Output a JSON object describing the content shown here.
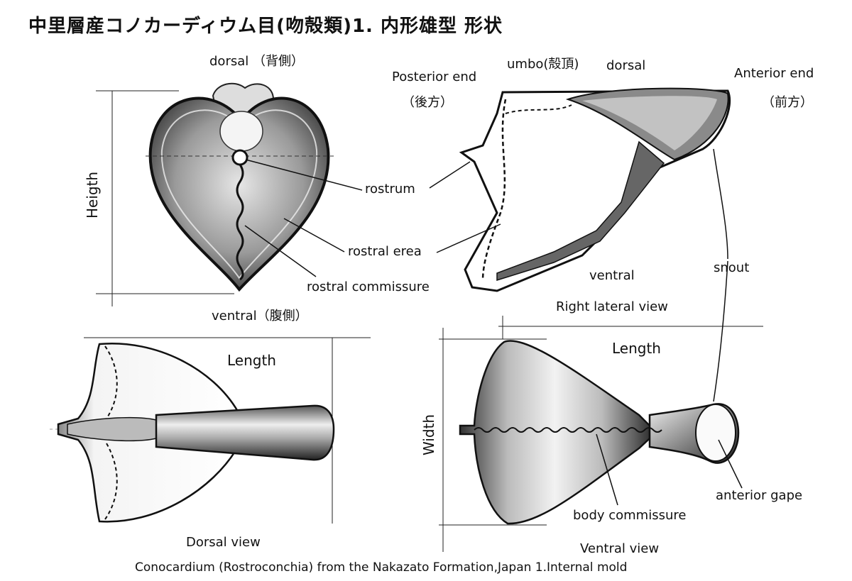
{
  "title": "中里層産コノカーディウム目(吻殻類)1. 内形雄型 形状",
  "caption": "Conocardium (Rostroconchia) from the Nakazato Formation,Japan 1.Internal mold",
  "anterior_view": {
    "top_label": "dorsal （背側）",
    "bottom_label": "ventral（腹側）",
    "height_label": "Heigth",
    "callouts": [
      "rostrum",
      "rostral erea",
      "rostral commissure"
    ]
  },
  "lateral_view": {
    "umbo": "umbo(殻頂)",
    "dorsal": "dorsal",
    "posterior_end": "Posterior end",
    "posterior_end_ja": "（後方）",
    "anterior_end": "Anterior end",
    "anterior_end_ja": "（前方）",
    "ventral": "ventral",
    "snout": "snout",
    "view_name": "Right lateral view"
  },
  "dorsal_view": {
    "length_label": "Length",
    "view_name": "Dorsal view"
  },
  "ventral_view": {
    "length_label": "Length",
    "width_label": "Width",
    "callouts": [
      "body commissure",
      "anterior gape"
    ],
    "view_name": "Ventral view"
  }
}
